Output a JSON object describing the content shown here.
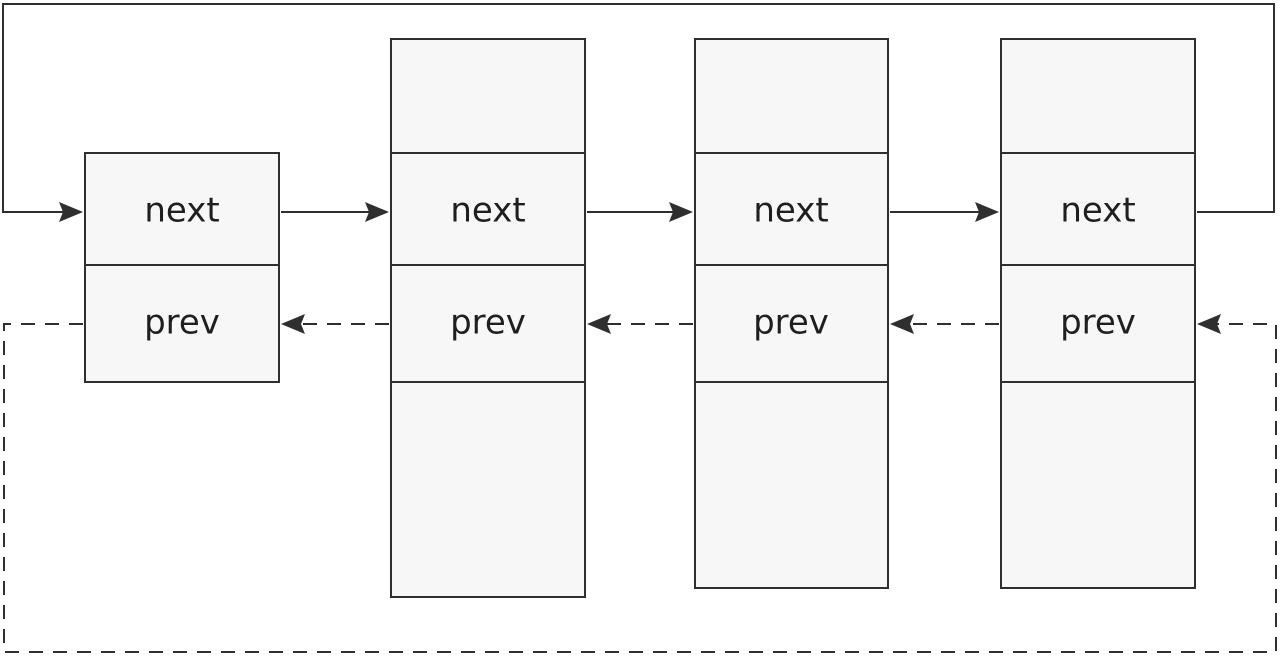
{
  "diagram": {
    "nodes": [
      {
        "next_label": "next",
        "prev_label": "prev"
      },
      {
        "next_label": "next",
        "prev_label": "prev"
      },
      {
        "next_label": "next",
        "prev_label": "prev"
      },
      {
        "next_label": "next",
        "prev_label": "prev"
      }
    ],
    "colors": {
      "background": "#ffffff",
      "node_fill": "#f7f7f7",
      "stroke": "#2f2f2f",
      "text": "#1f1f1f"
    }
  }
}
